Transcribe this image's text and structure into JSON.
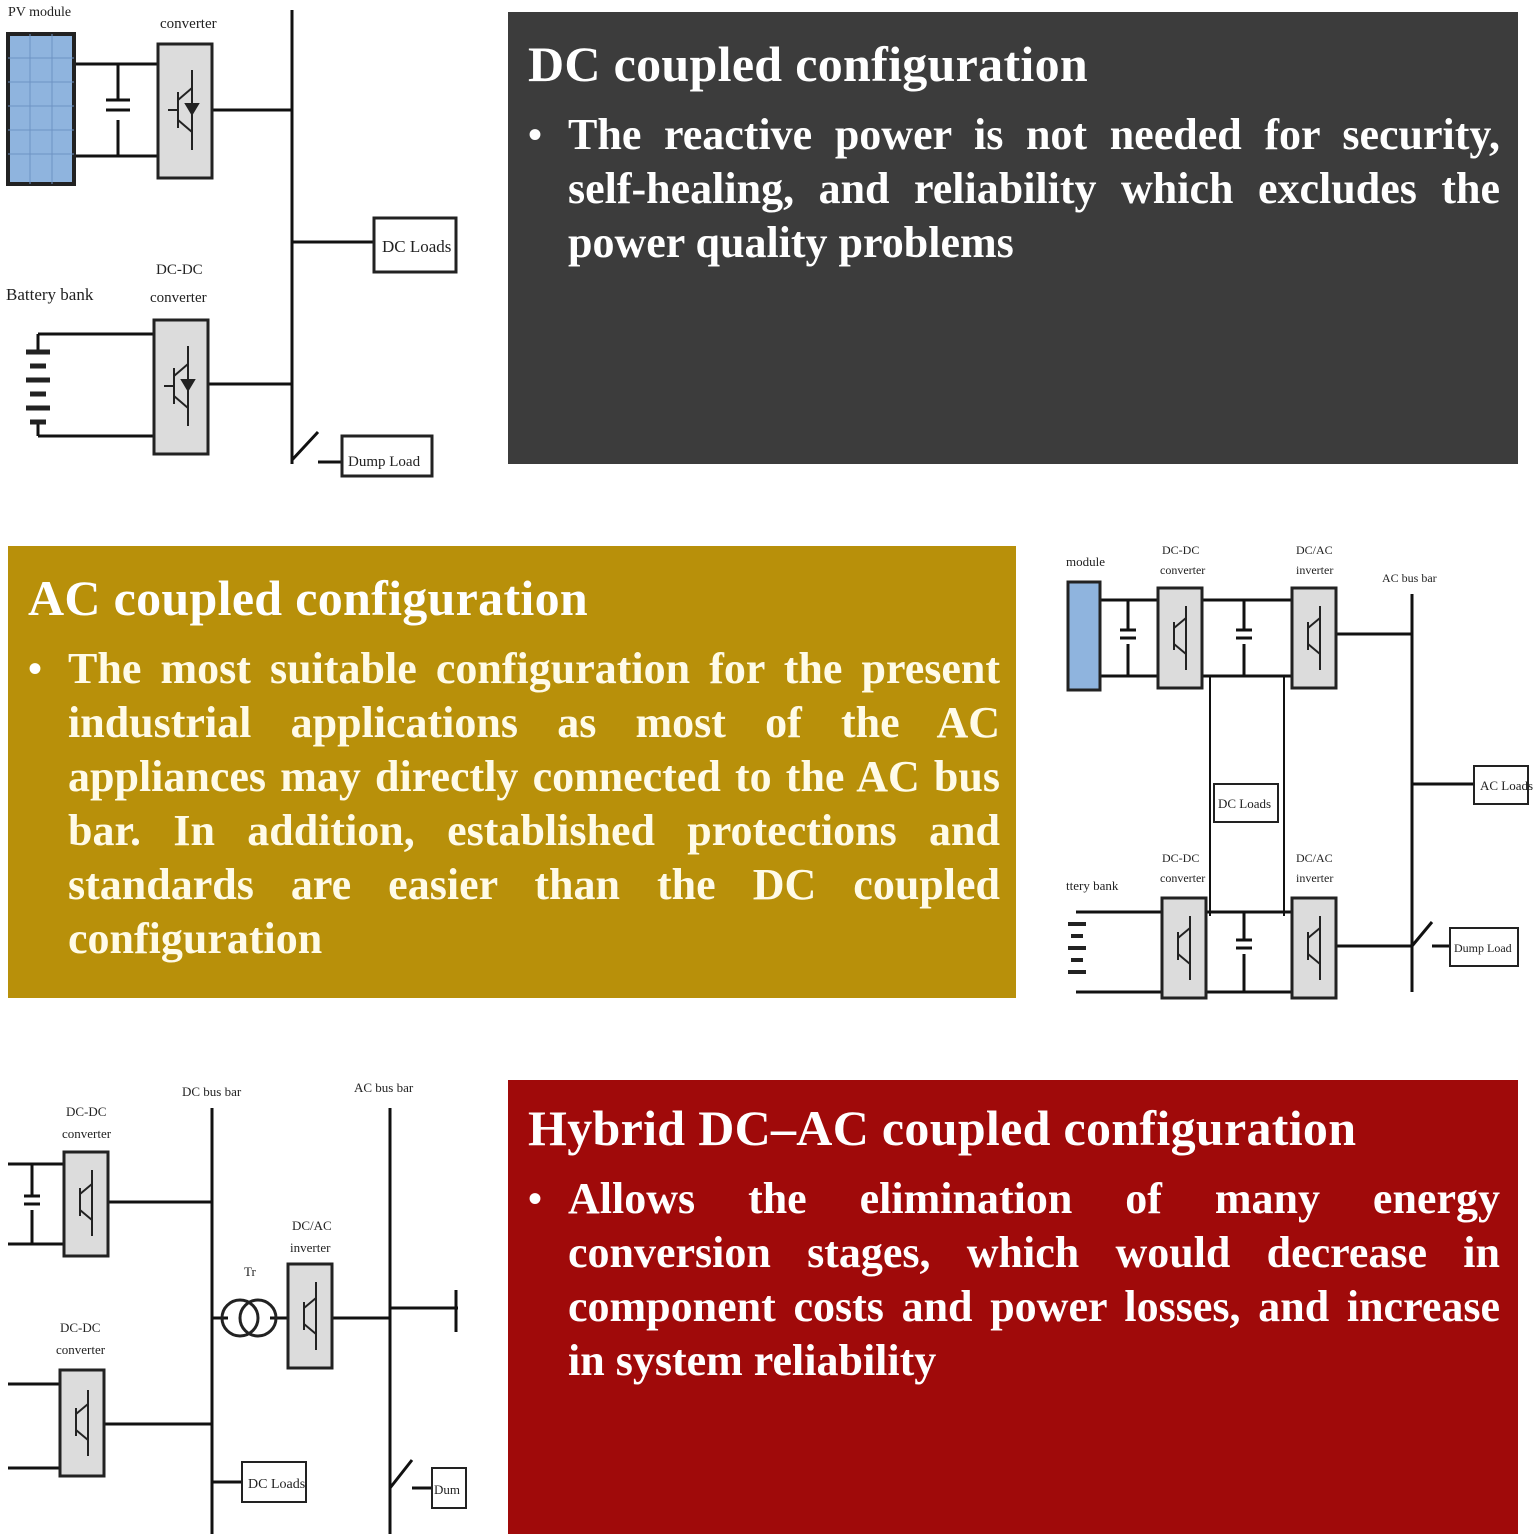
{
  "panels": {
    "dc": {
      "title": "DC coupled configuration",
      "bullet": "The reactive power is not needed for security, self-healing, and reliability which excludes the power quality problems",
      "color": "#3c3c3c"
    },
    "ac": {
      "title": "AC coupled configuration",
      "bullet": "The most suitable configuration for the present industrial applications as most of the AC appliances may directly connected to the AC bus bar. In addition, established protections and standards are easier than the DC coupled configuration",
      "color": "#b8900a"
    },
    "hybrid": {
      "title": "Hybrid DC–AC coupled configuration",
      "bullet": "Allows the elimination of many energy conversion stages, which would decrease in component costs and power losses, and increase in system reliability",
      "color": "#a00a0a"
    }
  },
  "bullet_symbol": "•",
  "diagram_dc": {
    "pv_label": "PV module",
    "conv1_label": "converter",
    "dc_loads": "DC Loads",
    "battery_label": "Battery bank",
    "conv2_label_1": "DC-DC",
    "conv2_label_2": "converter",
    "dump_load": "Dump Load"
  },
  "diagram_ac": {
    "pv_label": "module",
    "dcdc_label_1": "DC-DC",
    "dcdc_label_2": "converter",
    "dcac_label_1": "DC/AC",
    "dcac_label_2": "inverter",
    "ac_bus": "AC bus bar",
    "dc_loads": "DC Loads",
    "ac_loads": "AC Loads",
    "battery_label": "ttery bank",
    "dcdc2_label_1": "DC-DC",
    "dcdc2_label_2": "converter",
    "dcac2_label_1": "DC/AC",
    "dcac2_label_2": "inverter",
    "dump_load": "Dump Load"
  },
  "diagram_hybrid": {
    "dc_bus": "DC bus bar",
    "ac_bus": "AC bus bar",
    "dcdc1_label_1": "DC-DC",
    "dcdc1_label_2": "converter",
    "dcdc2_label_1": "DC-DC",
    "dcdc2_label_2": "converter",
    "dcac_label_1": "DC/AC",
    "dcac_label_2": "inverter",
    "tr_label": "Tr",
    "dc_loads": "DC Loads",
    "dump_label": "Dum"
  }
}
